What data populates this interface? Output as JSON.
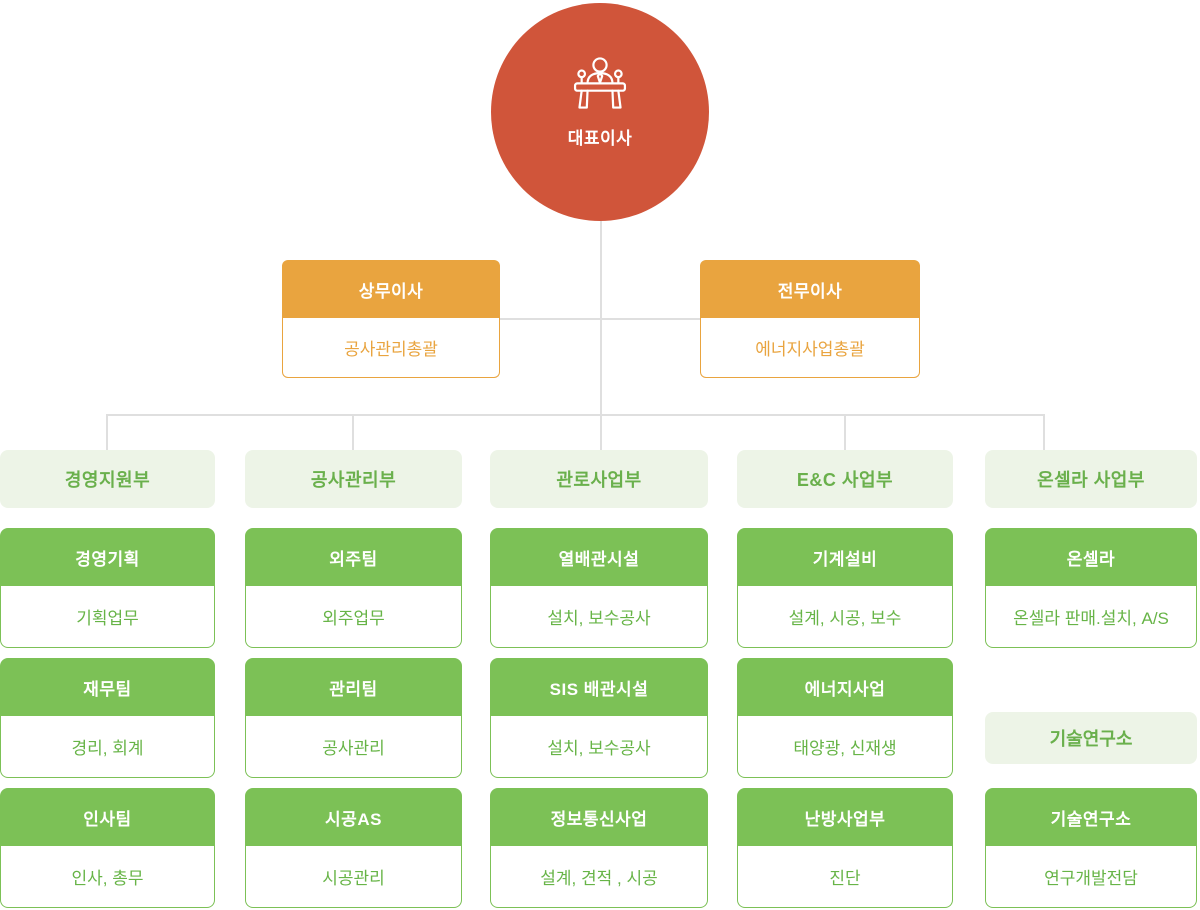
{
  "org": {
    "root": {
      "label": "대표이사",
      "icon": "podium-speaker-icon"
    },
    "executives": [
      {
        "title": "상무이사",
        "desc": "공사관리총괄"
      },
      {
        "title": "전무이사",
        "desc": "에너지사업총괄"
      }
    ],
    "departments": [
      {
        "name": "경영지원부",
        "teams": [
          {
            "title": "경영기획",
            "desc": "기획업무"
          },
          {
            "title": "재무팀",
            "desc": "경리, 회계"
          },
          {
            "title": "인사팀",
            "desc": "인사, 총무"
          }
        ]
      },
      {
        "name": "공사관리부",
        "teams": [
          {
            "title": "외주팀",
            "desc": "외주업무"
          },
          {
            "title": "관리팀",
            "desc": "공사관리"
          },
          {
            "title": "시공AS",
            "desc": "시공관리"
          }
        ]
      },
      {
        "name": "관로사업부",
        "teams": [
          {
            "title": "열배관시설",
            "desc": "설치, 보수공사"
          },
          {
            "title": "SIS 배관시설",
            "desc": "설치, 보수공사"
          },
          {
            "title": "정보통신사업",
            "desc": "설계, 견적 , 시공"
          }
        ]
      },
      {
        "name": "E&C 사업부",
        "teams": [
          {
            "title": "기계설비",
            "desc": "설계, 시공, 보수"
          },
          {
            "title": "에너지사업",
            "desc": "태양광, 신재생"
          },
          {
            "title": "난방사업부",
            "desc": "진단"
          }
        ]
      },
      {
        "name": "온셀라 사업부",
        "annex_label": "기술연구소",
        "teams": [
          {
            "title": "온셀라",
            "desc": "온셀라 판매.설치, A/S"
          },
          {
            "title": "기술연구소",
            "desc": "연구개발전담"
          }
        ]
      }
    ],
    "colors": {
      "ceo_circle": "#d0553a",
      "executive_orange": "#e9a43f",
      "team_green": "#7cc156",
      "dept_light_green": "#edf4e7",
      "green_text": "#6ab04c",
      "connector_gray": "#dfdfdf"
    }
  }
}
